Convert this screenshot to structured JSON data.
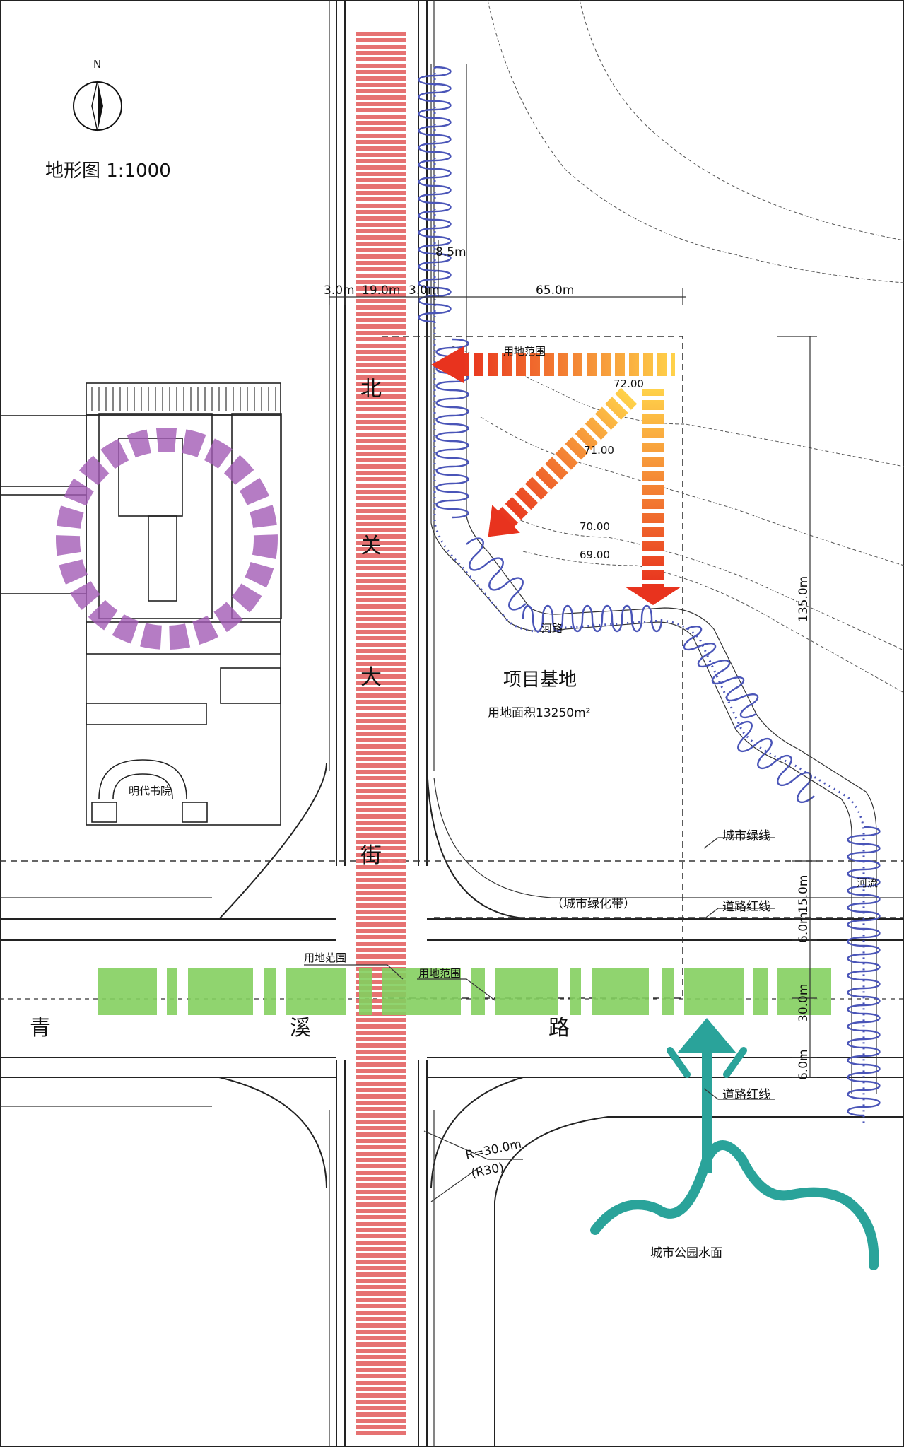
{
  "header": {
    "north_label": "N",
    "map_title": "地形图 1:1000"
  },
  "dimensions": {
    "d_30a": "3.0m",
    "d_190": "19.0m",
    "d_30b": "3.0m",
    "d_85": "8.5m",
    "d_650": "65.0m",
    "d_1350": "135.0m",
    "d_150": "15.0m",
    "d_60a": "6.0m",
    "d_300": "30.0m",
    "d_60b": "6.0m",
    "radius": "R=30.0m",
    "radius_alt": "(R30)"
  },
  "streets": {
    "north_street_chars": [
      "北",
      "关",
      "大",
      "街"
    ],
    "qingxi_chars": [
      "青",
      "溪",
      "路"
    ]
  },
  "site": {
    "name": "项目基地",
    "area": "用地面积13250m²",
    "boundary_label": "用地范围",
    "boundary_label_2": "用地范围",
    "boundary_label_3": "用地范围",
    "river_label": "河路",
    "river_label_east": "河流"
  },
  "elevations": {
    "e72": "72.00",
    "e71": "71.00",
    "e70": "70.00",
    "e69": "69.00"
  },
  "annotations": {
    "city_green_line": "城市绿线",
    "city_green_belt": "（城市绿化带）",
    "road_red_line": "道路红线",
    "road_red_line_2": "道路红线",
    "old_building": "明代书院",
    "park_water": "城市公园水面"
  },
  "colors": {
    "street_axis": "#e56b6b",
    "road_axis": "#84d060",
    "river": "#4a55b8",
    "heritage_ring": "#a35bb5",
    "slope_start": "#ffd24a",
    "slope_end": "#e8331e",
    "park_water": "#2aa39a"
  },
  "legend_icons": [
    "north-arrow-icon",
    "heritage-focus-icon",
    "water-flow-icon"
  ]
}
